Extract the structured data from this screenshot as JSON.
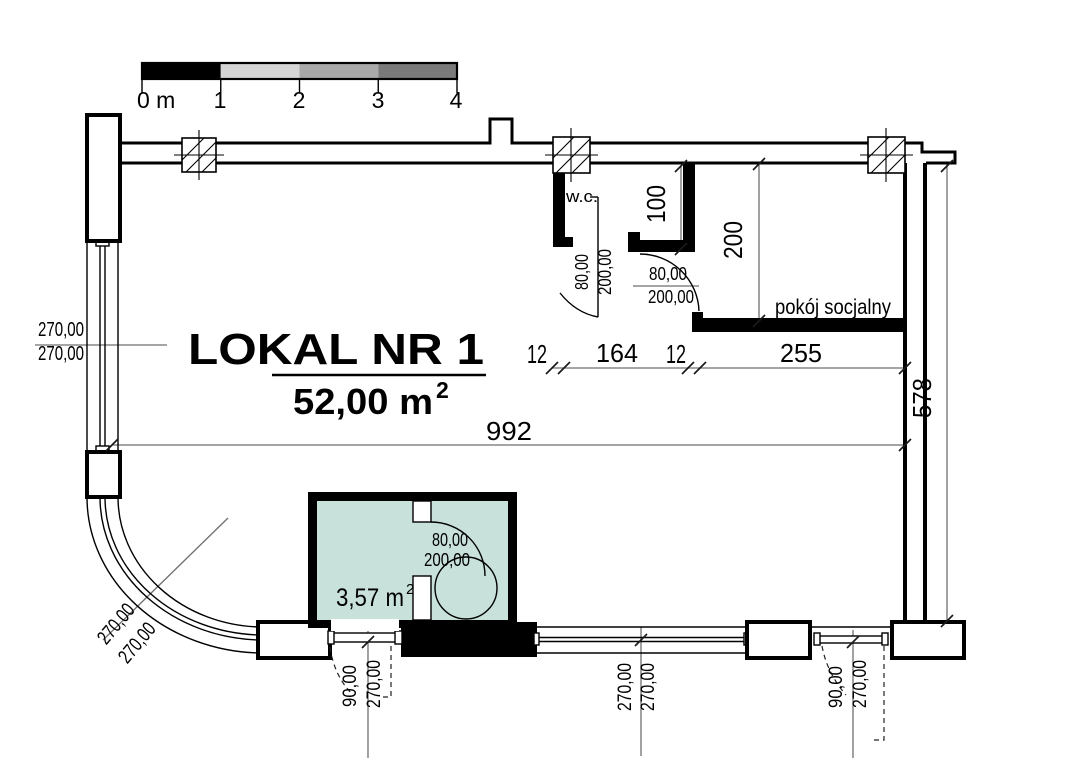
{
  "scale_bar": {
    "labels": [
      "0 m",
      "1",
      "2",
      "3",
      "4"
    ],
    "segment_colors": [
      "#000000",
      "#d5d5d5",
      "#a9a9a9",
      "#7a7a7a"
    ]
  },
  "unit": {
    "name": "LOKAL NR 1",
    "area_main": "52,00 m",
    "area_sup": "2"
  },
  "rooms": {
    "wc_label": "w.c.",
    "social_label": "pokój socjalny",
    "bath_area_main": "3,57 m",
    "bath_area_sup": "2"
  },
  "dims": {
    "wc_width": "100",
    "social_height": "200",
    "row": [
      "12",
      "164",
      "12",
      "255"
    ],
    "total_width": "992",
    "right_height": "578",
    "left_window_top": "270,00",
    "left_window_bottom": "270,00",
    "curve_outer": "270,00",
    "curve_inner": "270,00",
    "wc_door_width": "80,00",
    "wc_door_height": "200,00",
    "social_door_width": "80,00",
    "social_door_height": "200,00",
    "bath_door_width": "80,00",
    "bath_door_height": "200,00",
    "entry_left_width": "90,00",
    "entry_left_height": "270,00",
    "mid_window_a": "270,00",
    "mid_window_b": "270,00",
    "entry_right_width": "90,00",
    "entry_right_height": "270,00"
  },
  "colors": {
    "wall": "#000000",
    "dim_line": "#6f6f6f",
    "bath_fill": "#c8e1da",
    "background": "#ffffff"
  }
}
